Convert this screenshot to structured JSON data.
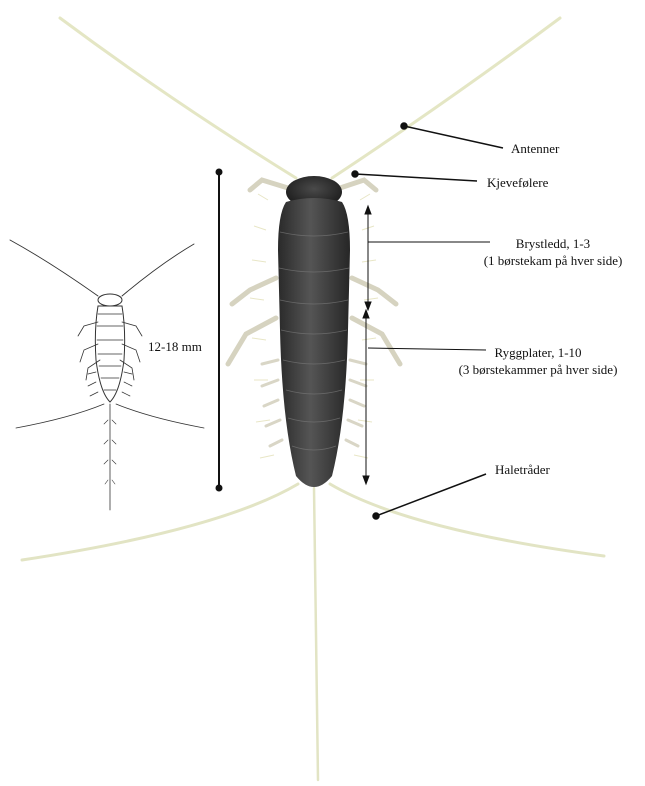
{
  "labels": {
    "antennae": "Antenner",
    "palps": "Kjevefølere",
    "thorax_title": "Brystledd, 1-3",
    "thorax_note": "(1 børstekam på hver side)",
    "abdomen_title": "Ryggplater, 1-10",
    "abdomen_note": "(3 børstekammer på hver side)",
    "cerci": "Haletråder",
    "size": "12-18 mm"
  },
  "colors": {
    "ink": "#111111",
    "body_dark": "#3a3a3a",
    "body_mid": "#5a5a5a",
    "appendage": "#e6e8c8",
    "leg": "#d9d6c4",
    "background": "#ffffff"
  }
}
